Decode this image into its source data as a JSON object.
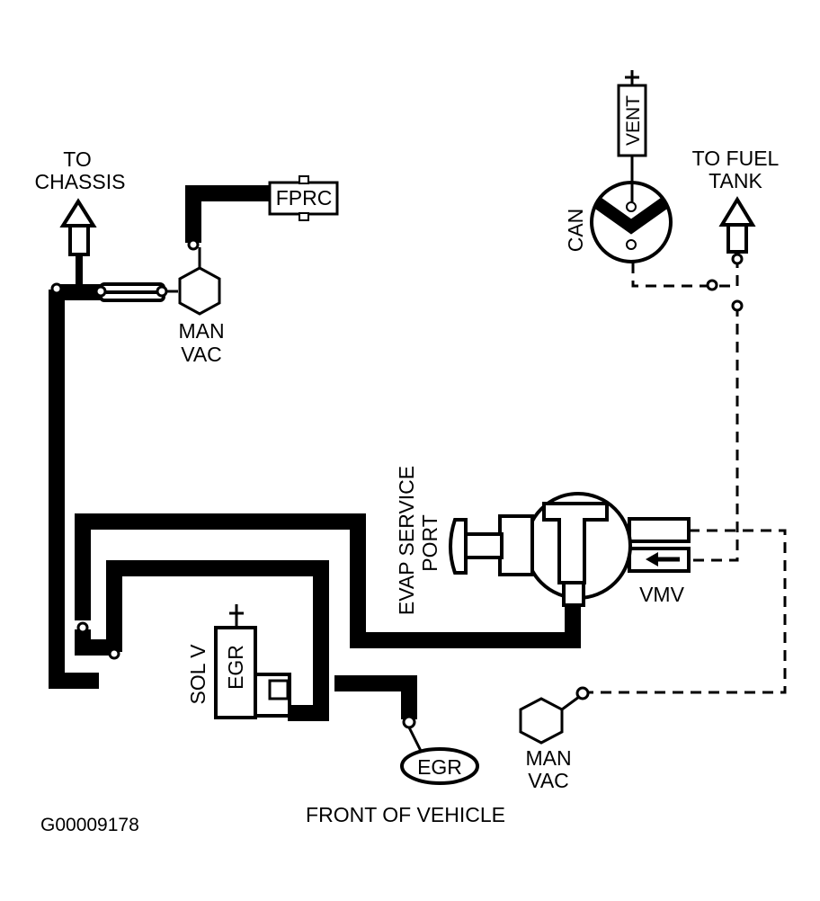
{
  "labels": {
    "to_chassis_line1": "TO",
    "to_chassis_line2": "CHASSIS",
    "fprc": "FPRC",
    "man_vac_top_line1": "MAN",
    "man_vac_top_line2": "VAC",
    "vent": "VENT",
    "can": "CAN",
    "to_fuel_tank_line1": "TO FUEL",
    "to_fuel_tank_line2": "TANK",
    "evap_line1": "EVAP SERVICE",
    "evap_line2": "PORT",
    "vmv": "VMV",
    "sol_v": "SOL V",
    "egr_solenoid": "EGR",
    "egr_valve": "EGR",
    "man_vac_bottom_line1": "MAN",
    "man_vac_bottom_line2": "VAC",
    "front_of_vehicle": "FRONT OF VEHICLE",
    "figure_id": "G00009178"
  }
}
